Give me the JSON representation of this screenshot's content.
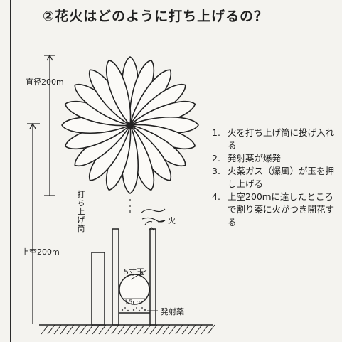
{
  "title": "②花火はどのように打ち上げるの？",
  "labels": {
    "diameter": "直径200m",
    "height": "上空200m",
    "tube": "打ち上げ筒",
    "fire": "火",
    "shell": "5寸玉",
    "shell_size": "15cm",
    "propellant": "発射薬"
  },
  "steps": [
    {
      "num": "1.",
      "text": "火を打ち上げ筒に投げ入れる"
    },
    {
      "num": "2.",
      "text": "発射薬が爆発"
    },
    {
      "num": "3.",
      "text": "火薬ガス（爆風）が玉を押し上げる"
    },
    {
      "num": "4.",
      "text": "上空200ｍに達したところで割り薬に火がつき開花する"
    }
  ]
}
